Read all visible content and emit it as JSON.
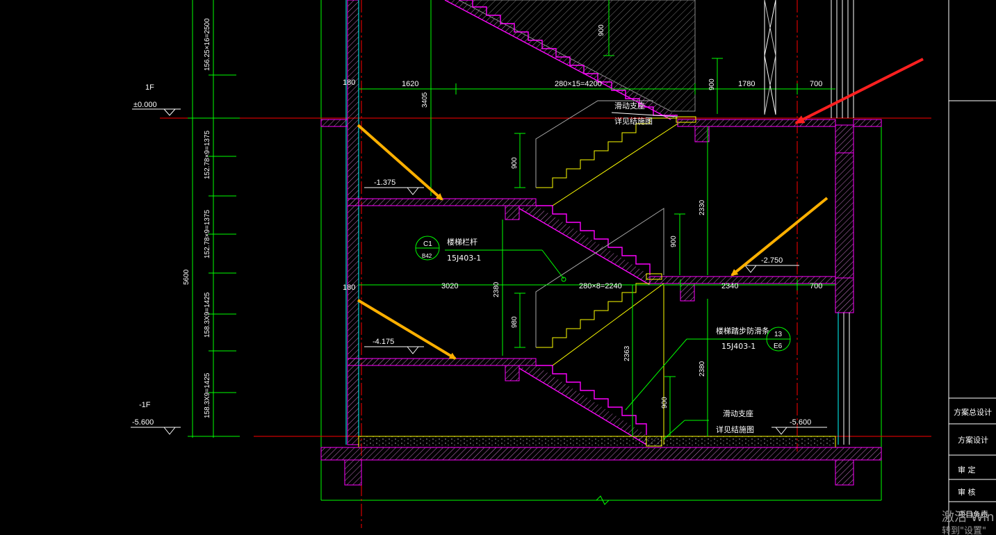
{
  "colors": {
    "background": "#000000",
    "slab_outline": "#ff00ff",
    "slab_hatch": "#d27fd2",
    "dimension": "#00ff00",
    "level_line": "#ff0000",
    "annotation": "#ffffff",
    "stair_outline": "#ffff00",
    "arrow_orange": "#ffb000",
    "arrow_red": "#ff2020"
  },
  "levels": {
    "l1f_label": "1F",
    "l1f_value": "±0.000",
    "m1375": "-1.375",
    "m2750": "-2.750",
    "m4175": "-4.175",
    "lm1f_label": "-1F",
    "lm1f_value": "-5.600",
    "m5600_right": "-5.600"
  },
  "left_dims": {
    "d1": "156.25×16=2500",
    "d2": "152.78×9=1375",
    "d3": "152.78×9=1375",
    "d4": "158.3X9=1425",
    "d5": "158.3X9=1425",
    "total": "5600"
  },
  "horizontal_dims": {
    "top_180": "180",
    "top_1620": "1620",
    "top_run": "280×15=4200",
    "top_1780": "1780",
    "top_700": "700",
    "mid_180": "180",
    "mid_3020": "3020",
    "mid_run": "280×8=2240",
    "mid_2340": "2340",
    "mid_700": "700"
  },
  "vertical_dims": {
    "v900_top": "900",
    "v3405": "3405",
    "v900_top2": "900",
    "v900_left": "900",
    "v2330": "2330",
    "v900_mid": "900",
    "v2380": "2380",
    "v980": "980",
    "v2363": "2363",
    "v2380_b": "2380",
    "v900_bot": "900"
  },
  "annotations": {
    "slide_support_top": "滑动支座",
    "see_structure_top": "详见结施图",
    "handrail_label": "楼梯栏杆",
    "handrail_ref": "15J403-1",
    "c1_top": "C1",
    "c1_bottom": "B42",
    "tread_label": "楼梯踏步防滑条",
    "tread_ref": "15J403-1",
    "e6_top": "13",
    "e6_bottom": "E6",
    "slide_support_bot": "滑动支座",
    "see_structure_bot": "详见结施图"
  },
  "title_block": {
    "row1": "方案总设计",
    "row2": "方案设计",
    "row3": "审  定",
    "row4": "审  核",
    "row5": "项目负责"
  },
  "watermark": {
    "line1": "激活 Win",
    "line2": "转到\"设置\""
  }
}
